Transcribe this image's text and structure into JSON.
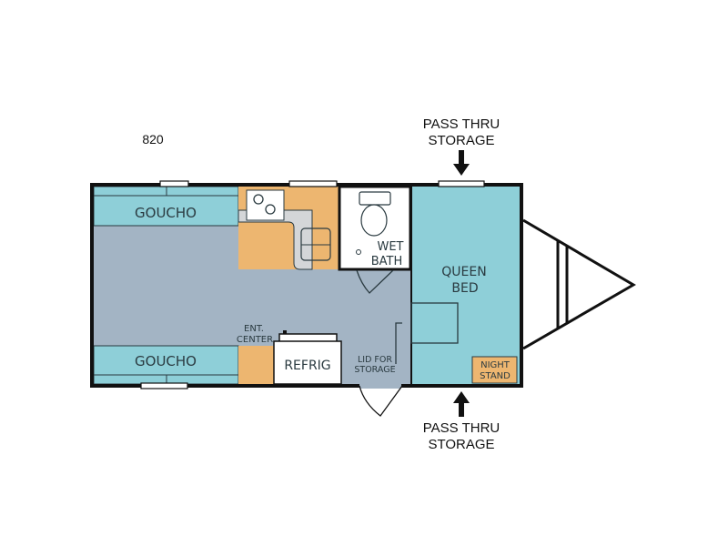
{
  "model": "820",
  "labels": {
    "pass_thru_top": [
      "PASS THRU",
      "STORAGE"
    ],
    "pass_thru_bottom": [
      "PASS THRU",
      "STORAGE"
    ],
    "goucho_top": "GOUCHO",
    "goucho_bottom": "GOUCHO",
    "wet_bath": [
      "WET",
      "BATH"
    ],
    "queen_bed": [
      "QUEEN",
      "BED"
    ],
    "ent_center": [
      "ENT.",
      "CENTER"
    ],
    "refrig": "REFRIG",
    "lid_for_storage": [
      "LID FOR",
      "STORAGE"
    ],
    "night_stand": [
      "NIGHT",
      "STAND"
    ]
  },
  "colors": {
    "floor": "#a3b4c4",
    "seating": "#8ecfd8",
    "cabinet": "#edb670",
    "counter": "#d4d6d8",
    "wall": "#111111"
  }
}
